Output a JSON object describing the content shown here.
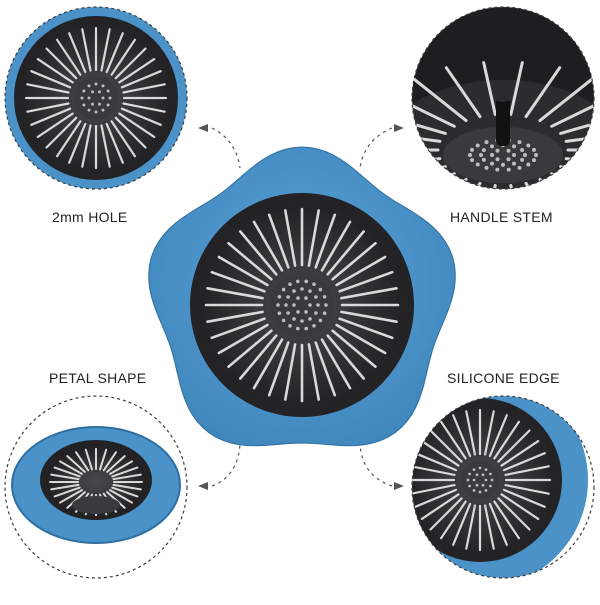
{
  "callouts": {
    "top_left": "2mm HOLE",
    "top_right": "HANDLE STEM",
    "bottom_left": "PETAL SHAPE",
    "bottom_right": "SILICONE EDGE"
  },
  "colors": {
    "silicone_blue": "#4a92c8",
    "silicone_blue_dark": "#2f6f9f",
    "basket_black": "#2a2a2c",
    "slot_grey": "#d9d9d9",
    "circle_border": "#3d3d3d",
    "callout_line": "#555555",
    "label_text": "#222222"
  }
}
